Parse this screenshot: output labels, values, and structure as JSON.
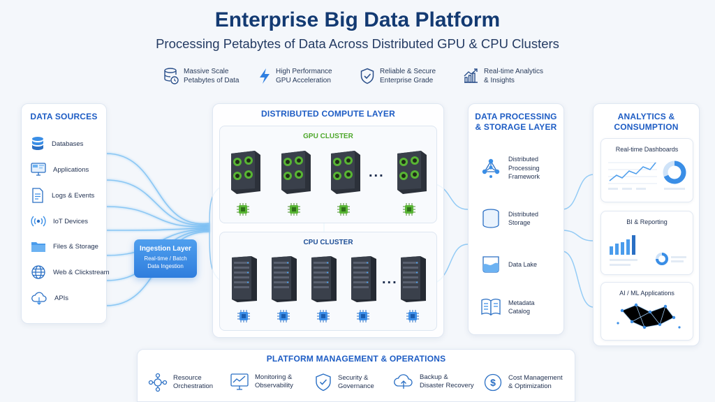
{
  "header": {
    "title": "Enterprise Big Data Platform",
    "subtitle": "Processing Petabytes of Data Across Distributed GPU & CPU Clusters"
  },
  "features": [
    {
      "icon": "database-clock-icon",
      "line1": "Massive Scale",
      "line2": "Petabytes of Data"
    },
    {
      "icon": "lightning-icon",
      "line1": "High Performance",
      "line2": "GPU Acceleration"
    },
    {
      "icon": "shield-check-icon",
      "line1": "Reliable & Secure",
      "line2": "Enterprise Grade"
    },
    {
      "icon": "analytics-chart-icon",
      "line1": "Real-time Analytics",
      "line2": "& Insights"
    }
  ],
  "data_sources": {
    "heading": "DATA SOURCES",
    "items": [
      {
        "icon": "database-icon",
        "label": "Databases"
      },
      {
        "icon": "monitor-icon",
        "label": "Applications"
      },
      {
        "icon": "document-icon",
        "label": "Logs & Events"
      },
      {
        "icon": "wireless-icon",
        "label": "IoT Devices"
      },
      {
        "icon": "folder-icon",
        "label": "Files & Storage"
      },
      {
        "icon": "globe-icon",
        "label": "Web & Clickstream"
      },
      {
        "icon": "cloud-api-icon",
        "label": "APIs"
      }
    ]
  },
  "ingestion": {
    "title": "Ingestion Layer",
    "line1": "Real-time / Batch",
    "line2": "Data Ingestion"
  },
  "compute": {
    "heading": "DISTRIBUTED COMPUTE LAYER",
    "gpu_label": "GPU CLUSTER",
    "cpu_label": "CPU CLUSTER",
    "ellipsis": "..."
  },
  "processing": {
    "heading_line1": "DATA PROCESSING",
    "heading_line2": "& STORAGE LAYER",
    "items": [
      {
        "icon": "network-nodes-icon",
        "line1": "Distributed",
        "line2": "Processing",
        "line3": "Framework"
      },
      {
        "icon": "storage-stack-icon",
        "line1": "Distributed",
        "line2": "Storage",
        "line3": ""
      },
      {
        "icon": "data-lake-icon",
        "line1": "Data Lake",
        "line2": "",
        "line3": ""
      },
      {
        "icon": "catalog-book-icon",
        "line1": "Metadata",
        "line2": "Catalog",
        "line3": ""
      }
    ]
  },
  "analytics": {
    "heading_line1": "ANALYTICS &",
    "heading_line2": "CONSUMPTION",
    "cards": [
      {
        "title": "Real-time Dashboards"
      },
      {
        "title": "BI & Reporting"
      },
      {
        "title": "AI / ML Applications"
      }
    ]
  },
  "operations": {
    "heading": "PLATFORM MANAGEMENT & OPERATIONS",
    "items": [
      {
        "icon": "orchestration-icon",
        "line1": "Resource",
        "line2": "Orchestration"
      },
      {
        "icon": "monitoring-chart-icon",
        "line1": "Monitoring &",
        "line2": "Observability"
      },
      {
        "icon": "security-shield-icon",
        "line1": "Security &",
        "line2": "Governance"
      },
      {
        "icon": "cloud-backup-icon",
        "line1": "Backup &",
        "line2": "Disaster Recovery"
      },
      {
        "icon": "dollar-icon",
        "line1": "Cost Management",
        "line2": "& Optimization"
      }
    ]
  },
  "colors": {
    "accent_blue": "#1d5cc4",
    "navy": "#133a72",
    "gpu_green": "#4ea82c",
    "flow_blue": "#5bb0f0"
  }
}
